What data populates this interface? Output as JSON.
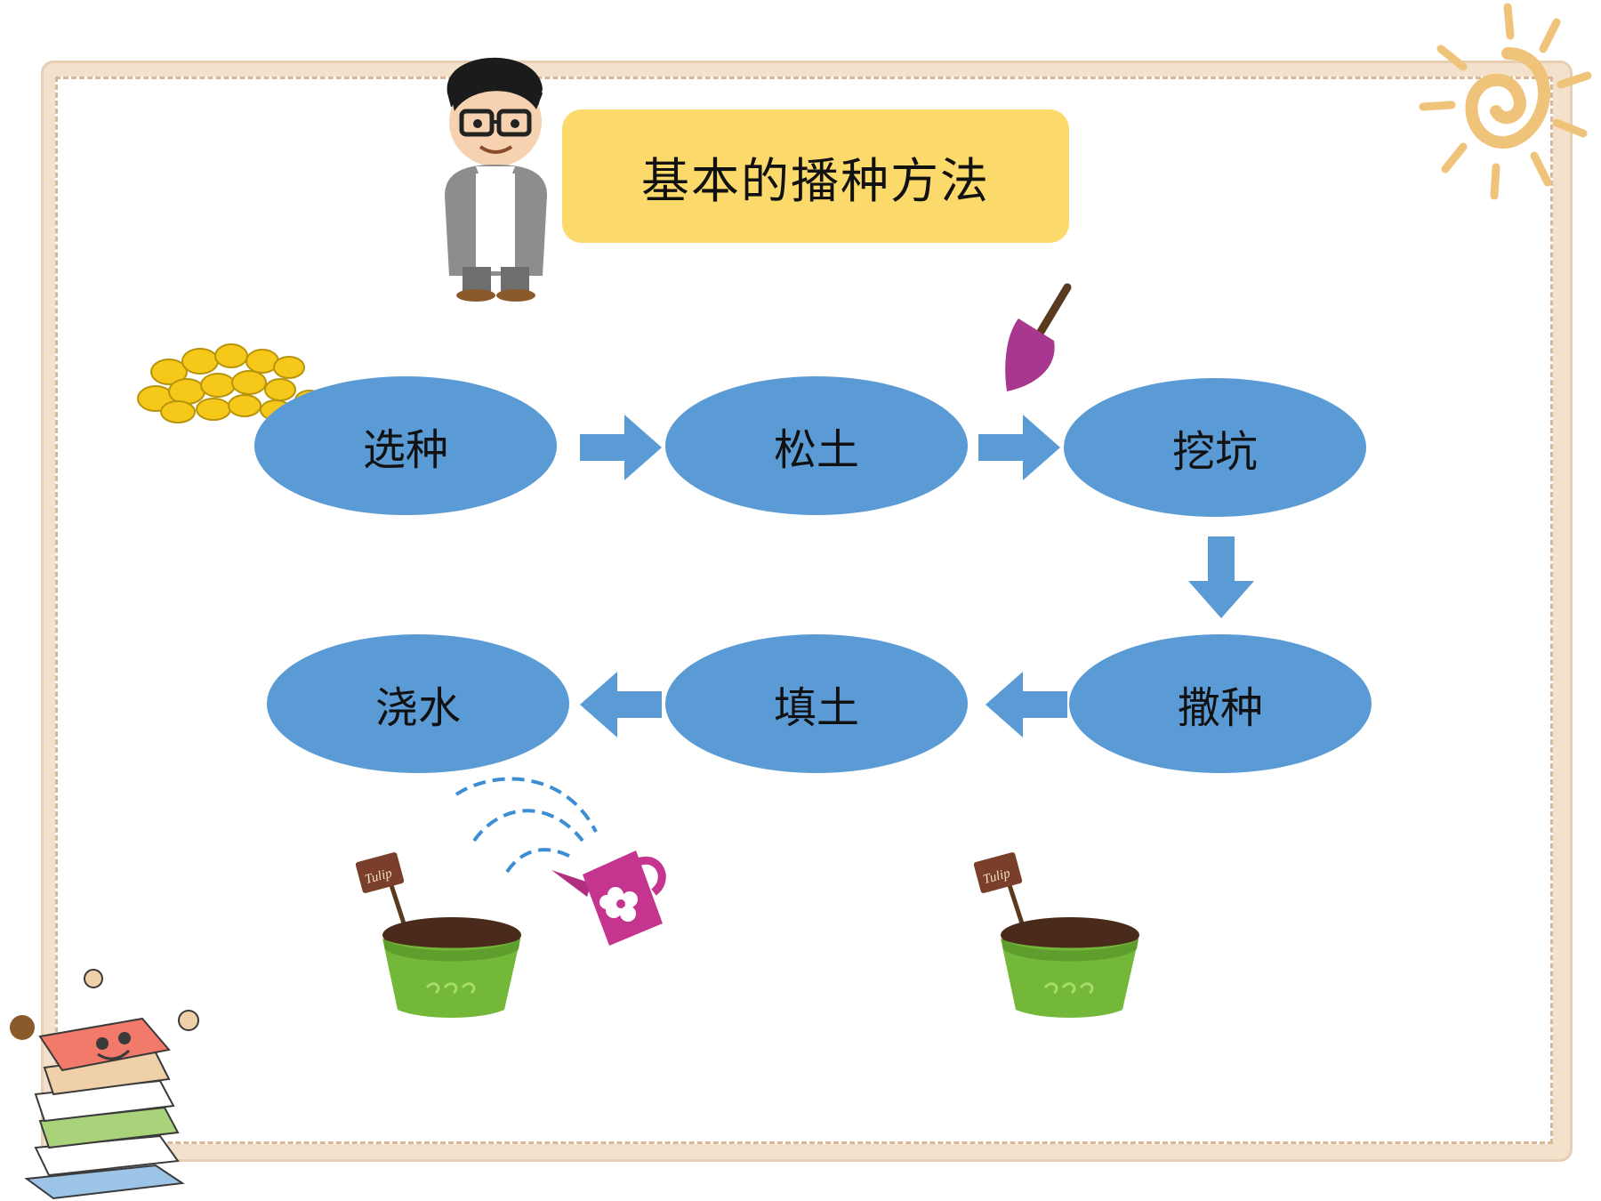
{
  "title": "基本的播种方法",
  "steps": [
    {
      "label": "选种"
    },
    {
      "label": "松土"
    },
    {
      "label": "挖坑"
    },
    {
      "label": "撒种"
    },
    {
      "label": "填土"
    },
    {
      "label": "浇水"
    }
  ],
  "pot_sign_text": "Tulip",
  "colors": {
    "node_fill": "#5b9bd5",
    "arrow_fill": "#5b9bd5",
    "title_bg": "#fcd96b",
    "frame_bg": "#f3e1cc",
    "frame_dash": "#d9b89a"
  },
  "icons": [
    "teacher-character-icon",
    "seeds-icon",
    "trowel-icon",
    "watering-can-icon",
    "flower-pot-icon",
    "sun-icon",
    "book-stack-icon"
  ]
}
